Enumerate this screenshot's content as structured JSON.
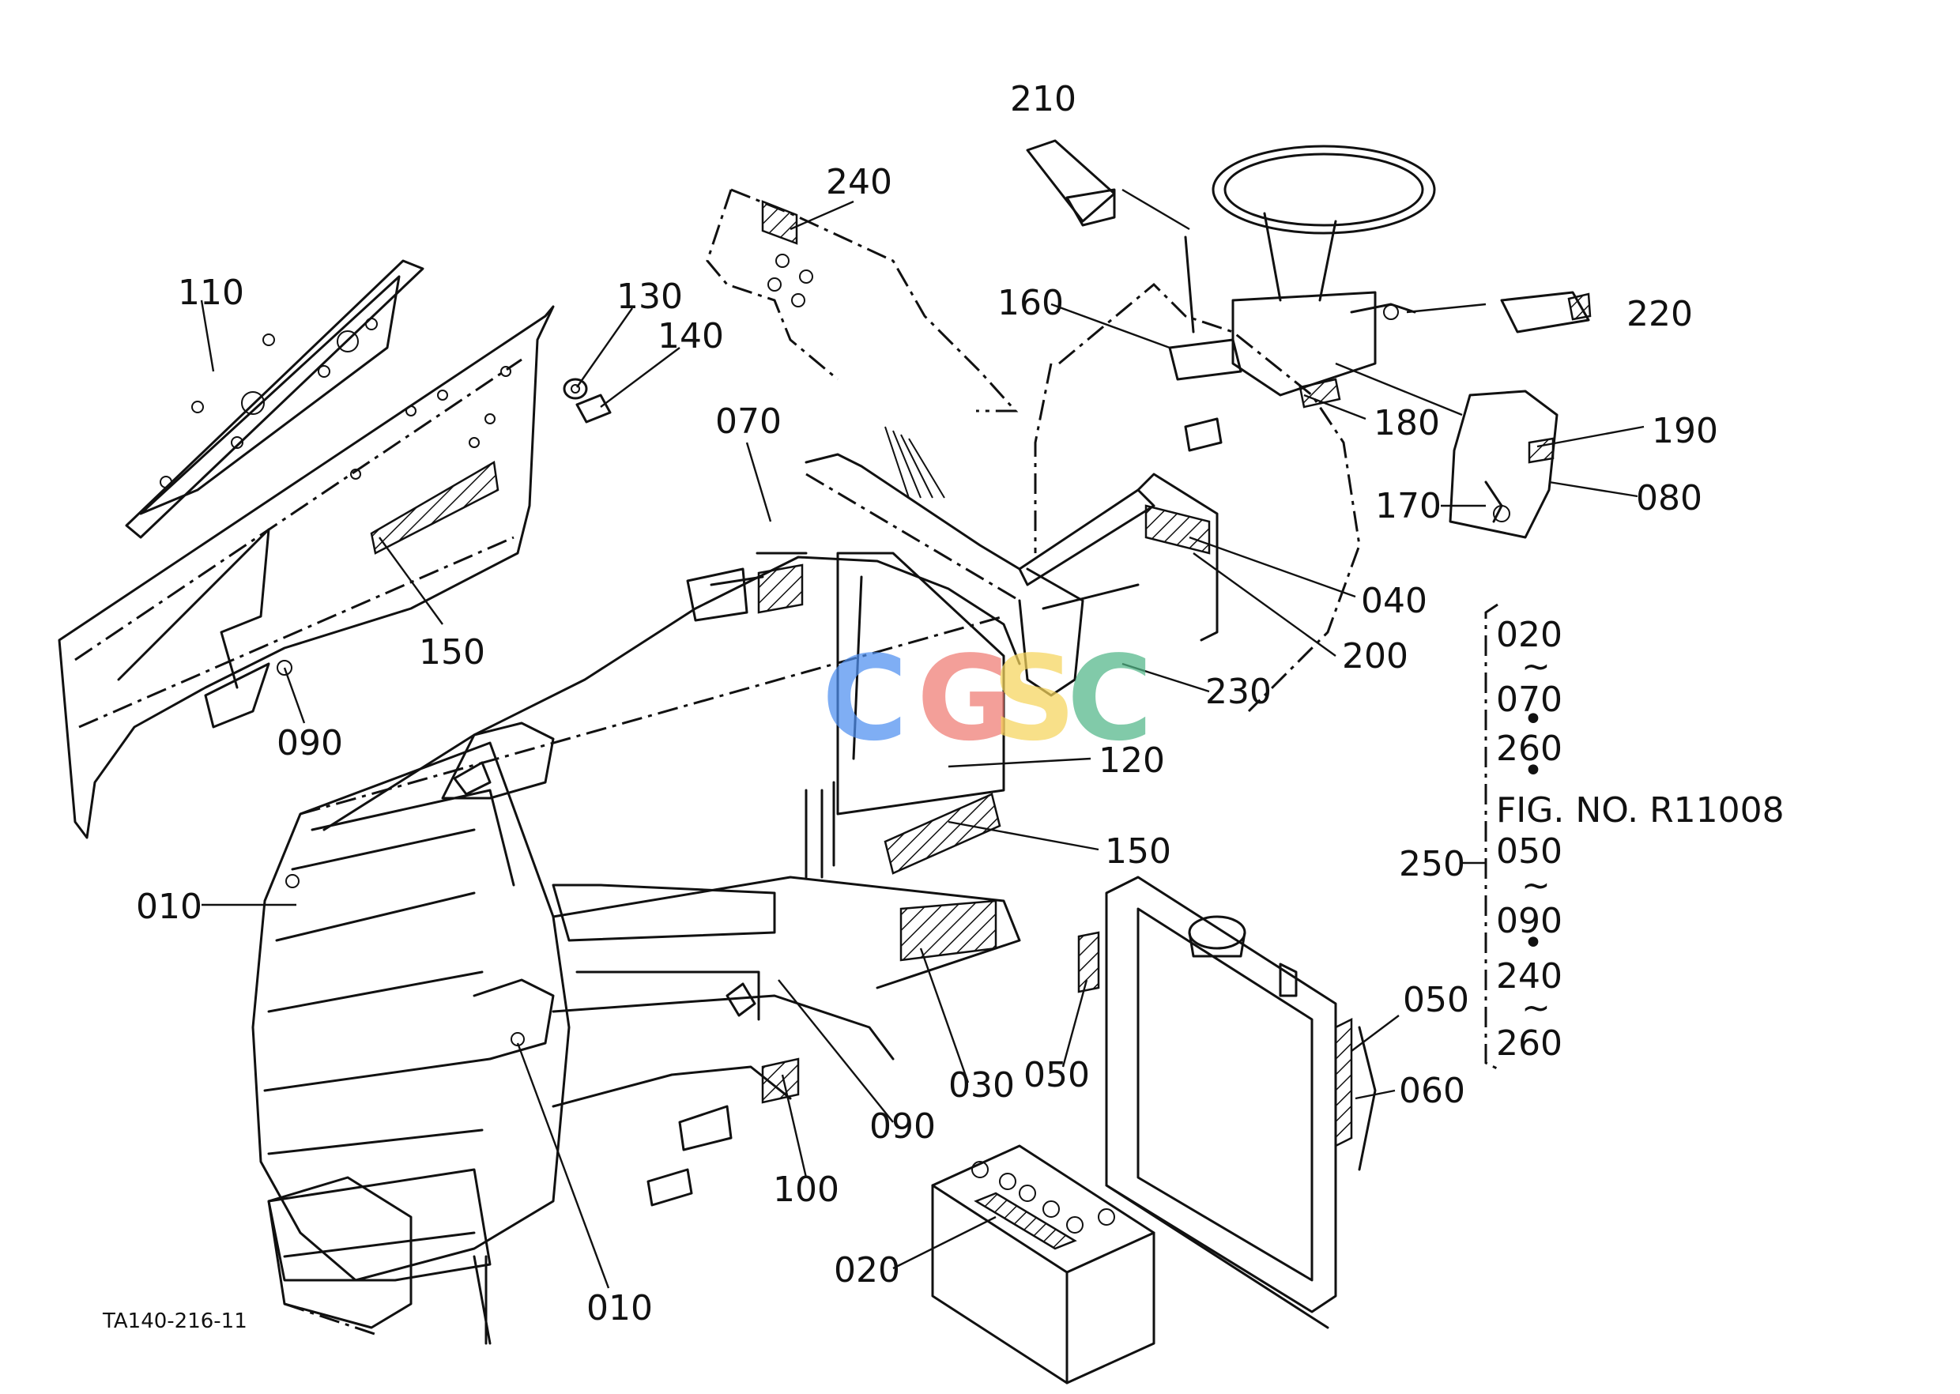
{
  "diagram": {
    "figure_code": "TA140-216-11",
    "watermark": {
      "letters": [
        "C",
        "G",
        "S",
        "C"
      ],
      "colors": [
        "#4f8ff0",
        "#ef7b73",
        "#f6d55c",
        "#52b788"
      ]
    },
    "callouts": {
      "c010a": "010",
      "c010b": "010",
      "c020": "020",
      "c030": "030",
      "c040": "040",
      "c050a": "050",
      "c050b": "050",
      "c060": "060",
      "c070": "070",
      "c080": "080",
      "c090a": "090",
      "c090b": "090",
      "c100": "100",
      "c110": "110",
      "c120": "120",
      "c130": "130",
      "c140": "140",
      "c150a": "150",
      "c150b": "150",
      "c160": "160",
      "c170": "170",
      "c180": "180",
      "c190": "190",
      "c200": "200",
      "c210": "210",
      "c220": "220",
      "c230": "230",
      "c240": "240",
      "c250": "250"
    },
    "kit_list": {
      "r1": "020",
      "r2": "~",
      "r3": "070",
      "r4": "•",
      "r5": "260",
      "r6": "•",
      "r7": "FIG. NO. R11008",
      "r8": "050",
      "r9": "~",
      "r10": "090",
      "r11": "•",
      "r12": "240",
      "r13": "~",
      "r14": "260"
    }
  }
}
